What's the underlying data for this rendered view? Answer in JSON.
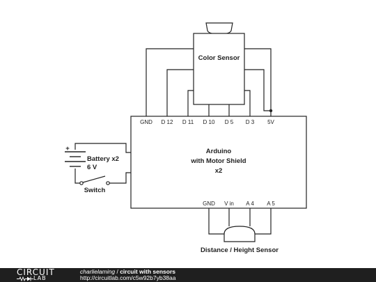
{
  "components": {
    "color_sensor": "Color Sensor",
    "arduino": [
      "Arduino",
      "with Motor Shield",
      "x2"
    ],
    "battery": [
      "Battery x2",
      "6 V"
    ],
    "switch": "Switch",
    "distance_sensor": "Distance / Height Sensor"
  },
  "pins_top": [
    "GND",
    "D 12",
    "D 11",
    "D 10",
    "D 5",
    "D 3",
    "5V"
  ],
  "pins_bottom": [
    "GND",
    "V in",
    "A 4",
    "A 5"
  ],
  "battery_plus": "+",
  "footer": {
    "logo_top": "CIRCUIT",
    "logo_bottom": "LAB",
    "author": "charlielaming",
    "separator": " / ",
    "title": "circuit with sensors",
    "url": "http://circuitlab.com/c5w92b7yb38aa"
  }
}
